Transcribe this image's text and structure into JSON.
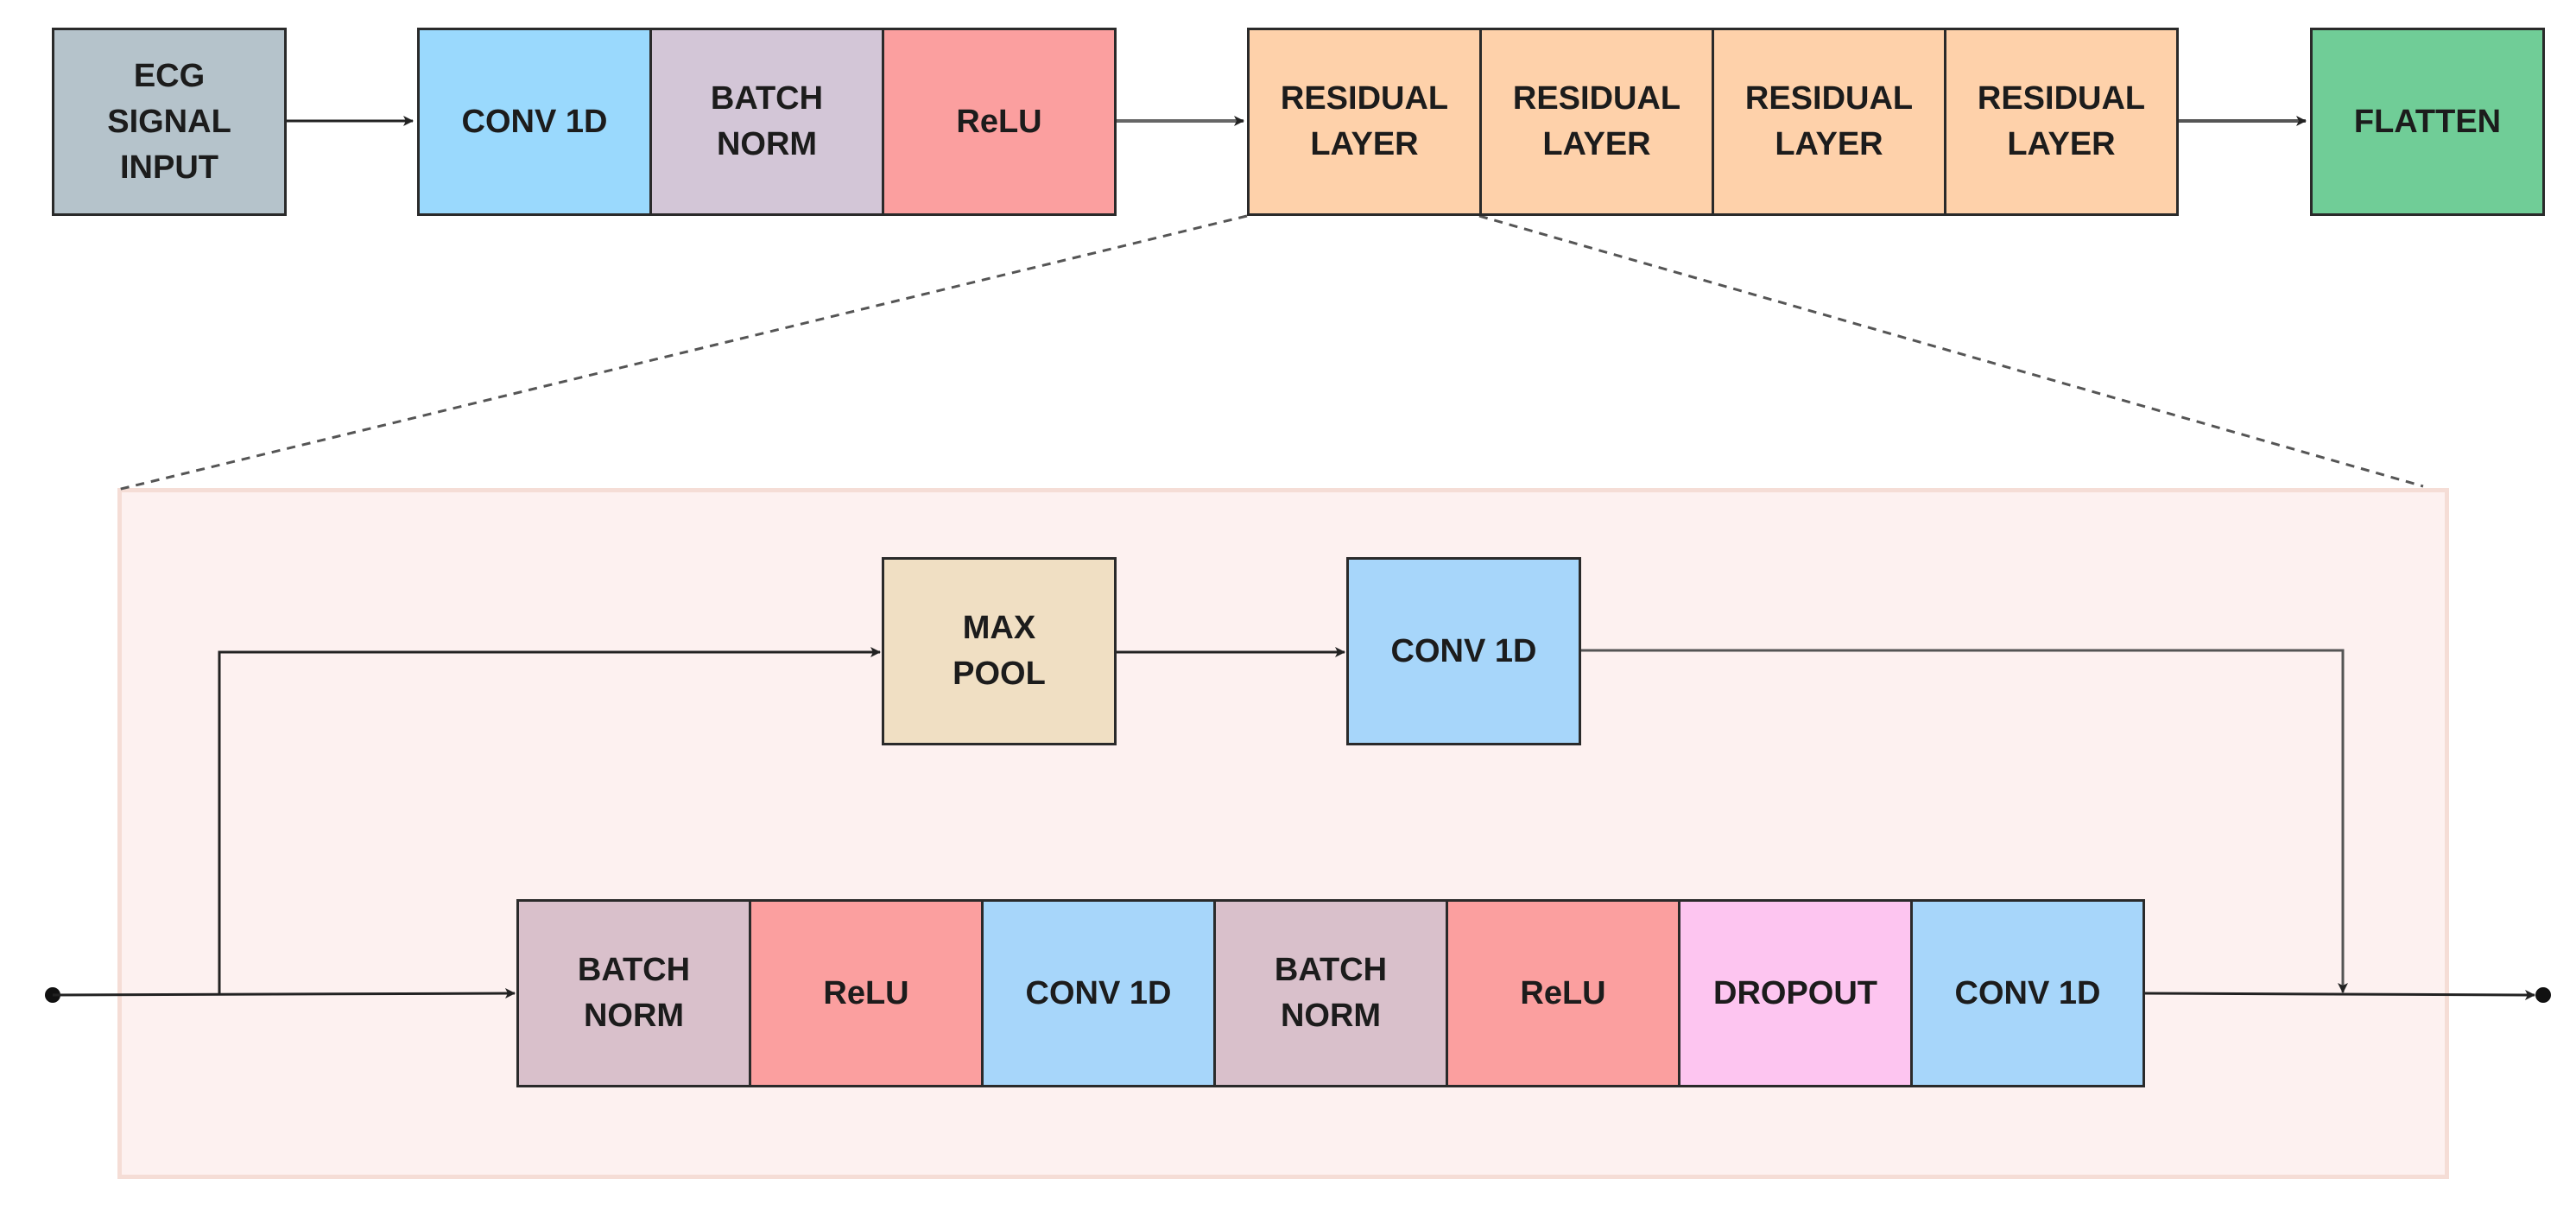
{
  "top_pipeline": {
    "ecg_input": "ECG\nSIGNAL\nINPUT",
    "conv1d": "CONV 1D",
    "batch_norm": "BATCH\nNORM",
    "relu": "ReLU",
    "residual_layers": [
      "RESIDUAL\nLAYER",
      "RESIDUAL\nLAYER",
      "RESIDUAL\nLAYER",
      "RESIDUAL\nLAYER"
    ],
    "flatten": "FLATTEN"
  },
  "residual_block": {
    "skip_branch": {
      "max_pool": "MAX\nPOOL",
      "conv1d": "CONV 1D"
    },
    "main_branch": {
      "batch_norm_1": "BATCH\nNORM",
      "relu_1": "ReLU",
      "conv1d_1": "CONV 1D",
      "batch_norm_2": "BATCH\nNORM",
      "relu_2": "ReLU",
      "dropout": "DROPOUT",
      "conv1d_2": "CONV 1D"
    }
  },
  "colors": {
    "ecg_input": "#b5c3cb",
    "conv1d": "#9ad9fd",
    "batch_norm": "#d3c6d7",
    "relu": "#fb9f9f",
    "residual_layer": "#fed1aa",
    "flatten": "#70cd97",
    "max_pool": "#f0dfc3",
    "dropout": "#fdc5f0",
    "panel_background": "#fdf1f0",
    "line": "#222222"
  }
}
